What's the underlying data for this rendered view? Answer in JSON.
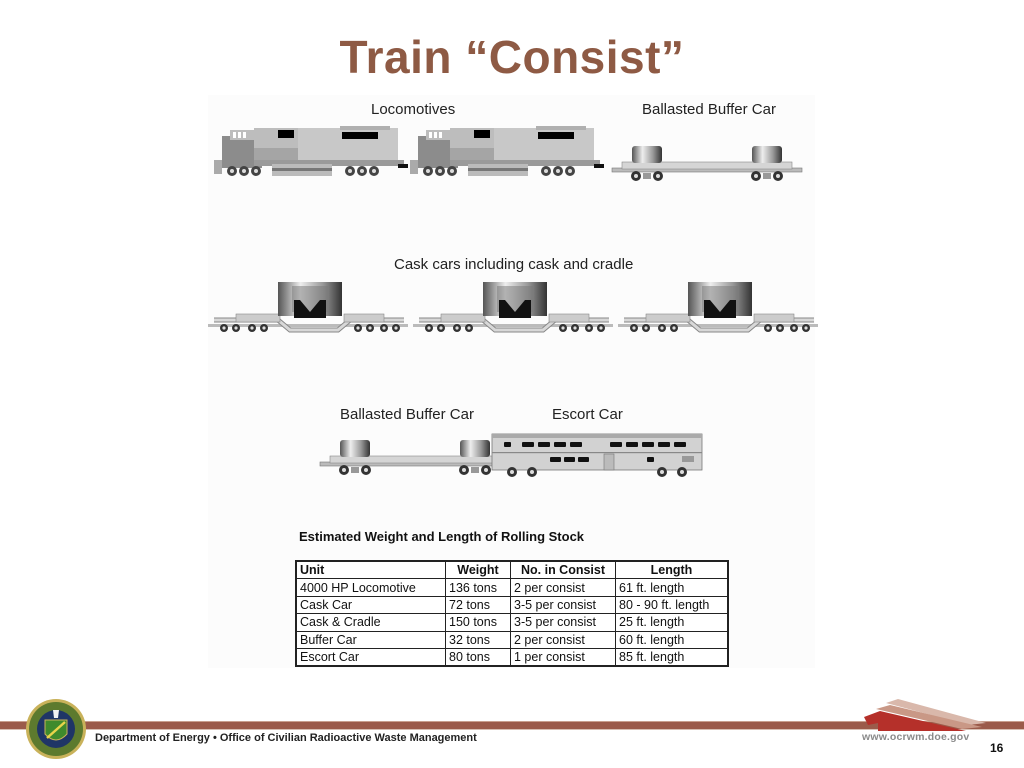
{
  "slide": {
    "title": "Train “Consist”",
    "page_number": "16"
  },
  "diagram": {
    "row1": {
      "locomotives_label": "Locomotives",
      "buffer_car_label": "Ballasted Buffer Car"
    },
    "row2": {
      "cask_cars_label": "Cask cars including cask and cradle"
    },
    "row3": {
      "buffer_car_label": "Ballasted Buffer Car",
      "escort_car_label": "Escort Car"
    }
  },
  "table": {
    "title": "Estimated Weight and Length of Rolling Stock",
    "headers": [
      "Unit",
      "Weight",
      "No. in Consist",
      "Length"
    ],
    "rows": [
      [
        "4000 HP Locomotive",
        "136 tons",
        "2 per consist",
        "61 ft. length"
      ],
      [
        "Cask Car",
        "72 tons",
        "3-5 per consist",
        "80 - 90 ft. length"
      ],
      [
        "Cask & Cradle",
        "150 tons",
        "3-5 per consist",
        "25 ft. length"
      ],
      [
        "Buffer Car",
        "32 tons",
        "2 per consist",
        "60 ft. length"
      ],
      [
        "Escort Car",
        "80 tons",
        "1 per consist",
        "85 ft. length"
      ]
    ]
  },
  "footer": {
    "organization": "Department of Energy • Office of Civilian Radioactive Waste Management",
    "url": "www.ocrwm.doe.gov",
    "band_color": "#9b5b4a",
    "seal_icon": "doe-seal-icon",
    "logo_icon": "ocrwm-swoosh-logo"
  },
  "colors": {
    "title": "#8e5a44",
    "train_gray_dark": "#8a8a8a",
    "train_gray_light": "#c8c8c8"
  }
}
